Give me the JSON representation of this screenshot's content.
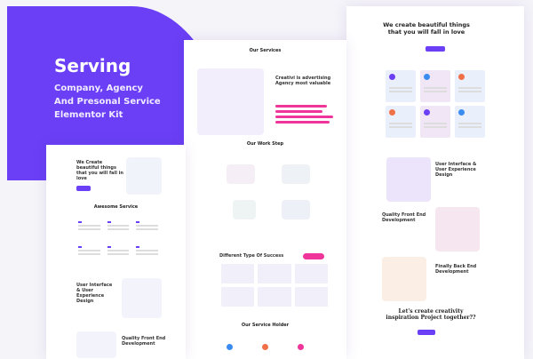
{
  "hero": {
    "title": "Serving",
    "subtitle_lines": [
      "Company, Agency",
      "And Presonal Service",
      "Elementor Kit"
    ]
  },
  "center_page": {
    "services_heading": "Our Services",
    "about_heading": "Creativi is advertising Agency most valuable",
    "work_heading": "Our Work Step",
    "success_heading": "Different Type Of Success",
    "holder_heading": "Our Service Holder",
    "accent": "#f0359a"
  },
  "left_page": {
    "hero_heading": "We Create beautiful things that you will fall in love",
    "service_heading": "Awesome Service",
    "uiux_heading": "User Interface & User Experience Design",
    "frontend_heading": "Quality Front End Development"
  },
  "right_page": {
    "hero_heading": "We create beautiful things that you will fall in love",
    "uiux_heading": "User Interface & User Experience Design",
    "frontend_heading": "Quality Front End Development",
    "backend_heading": "Finally Back End Development",
    "cta_heading": "Let's create creativity inspiration Project together??"
  },
  "colors": {
    "brand": "#6a3ff5",
    "pink": "#f0359a",
    "background": "#f5f4f9"
  }
}
